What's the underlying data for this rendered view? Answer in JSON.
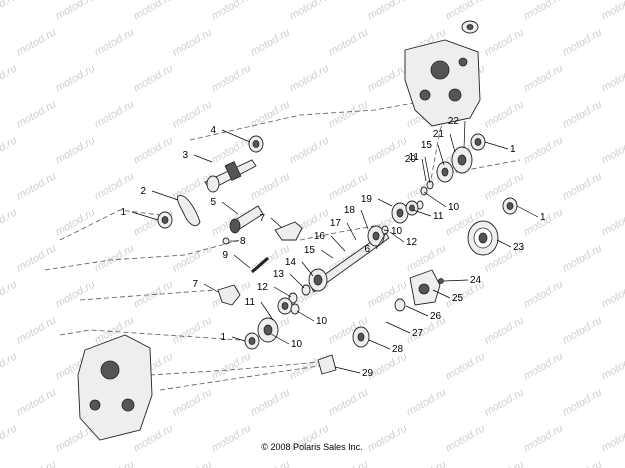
{
  "diagram": {
    "copyright": "© 2008 Polaris Sales Inc.",
    "watermark": "motod.ru",
    "callouts": [
      "1",
      "1",
      "1",
      "1",
      "2",
      "3",
      "4",
      "5",
      "6",
      "7",
      "7",
      "8",
      "9",
      "10",
      "10",
      "10",
      "10",
      "11",
      "11",
      "11",
      "12",
      "12",
      "13",
      "14",
      "15",
      "15",
      "16",
      "17",
      "18",
      "19",
      "20",
      "21",
      "22",
      "23",
      "24",
      "25",
      "26",
      "27",
      "28",
      "29"
    ]
  }
}
